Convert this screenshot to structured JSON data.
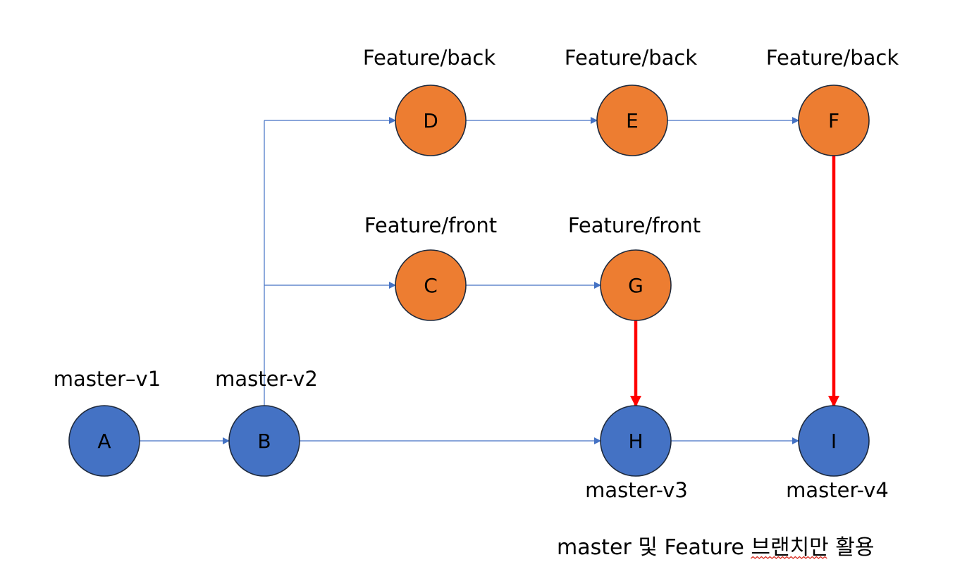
{
  "colors": {
    "master": "#4472c4",
    "feature": "#ed7d31",
    "node_stroke": "#1f2a3c",
    "branch_line": "#4472c4",
    "merge_line": "#ff0000"
  },
  "nodes": [
    {
      "id": "A",
      "label": "A",
      "branch": "master",
      "tag": "master–v1"
    },
    {
      "id": "B",
      "label": "B",
      "branch": "master",
      "tag": "master-v2"
    },
    {
      "id": "C",
      "label": "C",
      "branch": "feature",
      "tag": "Feature/front"
    },
    {
      "id": "D",
      "label": "D",
      "branch": "feature",
      "tag": "Feature/back"
    },
    {
      "id": "E",
      "label": "E",
      "branch": "feature",
      "tag": "Feature/back"
    },
    {
      "id": "F",
      "label": "F",
      "branch": "feature",
      "tag": "Feature/back"
    },
    {
      "id": "G",
      "label": "G",
      "branch": "feature",
      "tag": "Feature/front"
    },
    {
      "id": "H",
      "label": "H",
      "branch": "master",
      "tag": "master-v3"
    },
    {
      "id": "I",
      "label": "I",
      "branch": "master",
      "tag": "master-v4"
    }
  ],
  "edges": [
    {
      "from": "A",
      "to": "B",
      "kind": "commit"
    },
    {
      "from": "B",
      "to": "H",
      "kind": "commit"
    },
    {
      "from": "H",
      "to": "I",
      "kind": "commit"
    },
    {
      "from": "B",
      "to": "D",
      "kind": "branch"
    },
    {
      "from": "B",
      "to": "C",
      "kind": "branch"
    },
    {
      "from": "D",
      "to": "E",
      "kind": "commit"
    },
    {
      "from": "E",
      "to": "F",
      "kind": "commit"
    },
    {
      "from": "C",
      "to": "G",
      "kind": "commit"
    },
    {
      "from": "G",
      "to": "H",
      "kind": "merge"
    },
    {
      "from": "F",
      "to": "I",
      "kind": "merge"
    }
  ],
  "caption": {
    "text": "master 및 Feature 브랜치만 활용",
    "underlined_word": "브랜치만"
  }
}
